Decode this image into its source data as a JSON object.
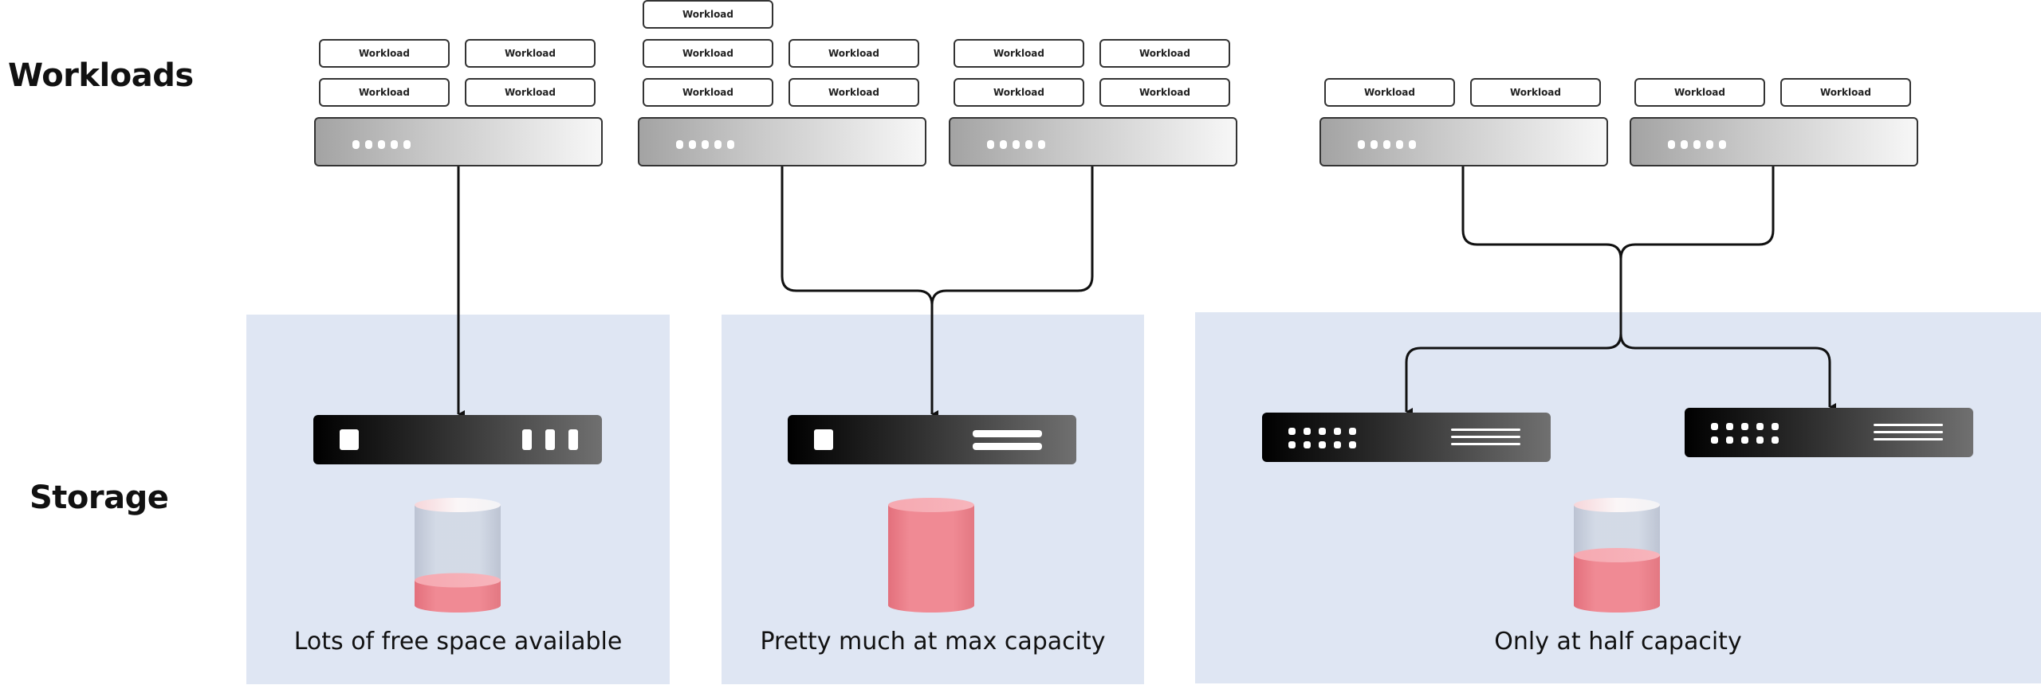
{
  "labels": {
    "workloads": "Workloads",
    "storage": "Storage"
  },
  "workload_label": "Workload",
  "groups": [
    {
      "hosts": [
        {
          "workloads": [
            "Workload",
            "Workload",
            "Workload",
            "Workload"
          ],
          "indicator_dots": 5
        }
      ],
      "storage_devices": [
        {
          "style": "square-plus-3-vertical-bars"
        }
      ],
      "capacity_fill_fraction": 0.25,
      "caption": "Lots of free space available"
    },
    {
      "hosts": [
        {
          "workloads": [
            "Workload",
            "Workload",
            "Workload",
            "Workload",
            "Workload"
          ],
          "indicator_dots": 5
        },
        {
          "workloads": [
            "Workload",
            "Workload",
            "Workload",
            "Workload"
          ],
          "indicator_dots": 5
        }
      ],
      "storage_devices": [
        {
          "style": "square-plus-2-horizontal-bars"
        }
      ],
      "capacity_fill_fraction": 1.0,
      "caption": "Pretty much at max capacity"
    },
    {
      "hosts": [
        {
          "workloads": [
            "Workload",
            "Workload"
          ],
          "indicator_dots": 5
        },
        {
          "workloads": [
            "Workload",
            "Workload"
          ],
          "indicator_dots": 5
        }
      ],
      "storage_devices": [
        {
          "style": "10-dots-plus-3-lines"
        },
        {
          "style": "10-dots-plus-3-lines"
        }
      ],
      "capacity_fill_fraction": 0.5,
      "caption": "Only at half capacity"
    }
  ],
  "colors": {
    "panel_background": "#dfe6f3",
    "capacity_fill": "#f08a94",
    "capacity_empty": "#cfd8e6",
    "line": "#111111"
  }
}
